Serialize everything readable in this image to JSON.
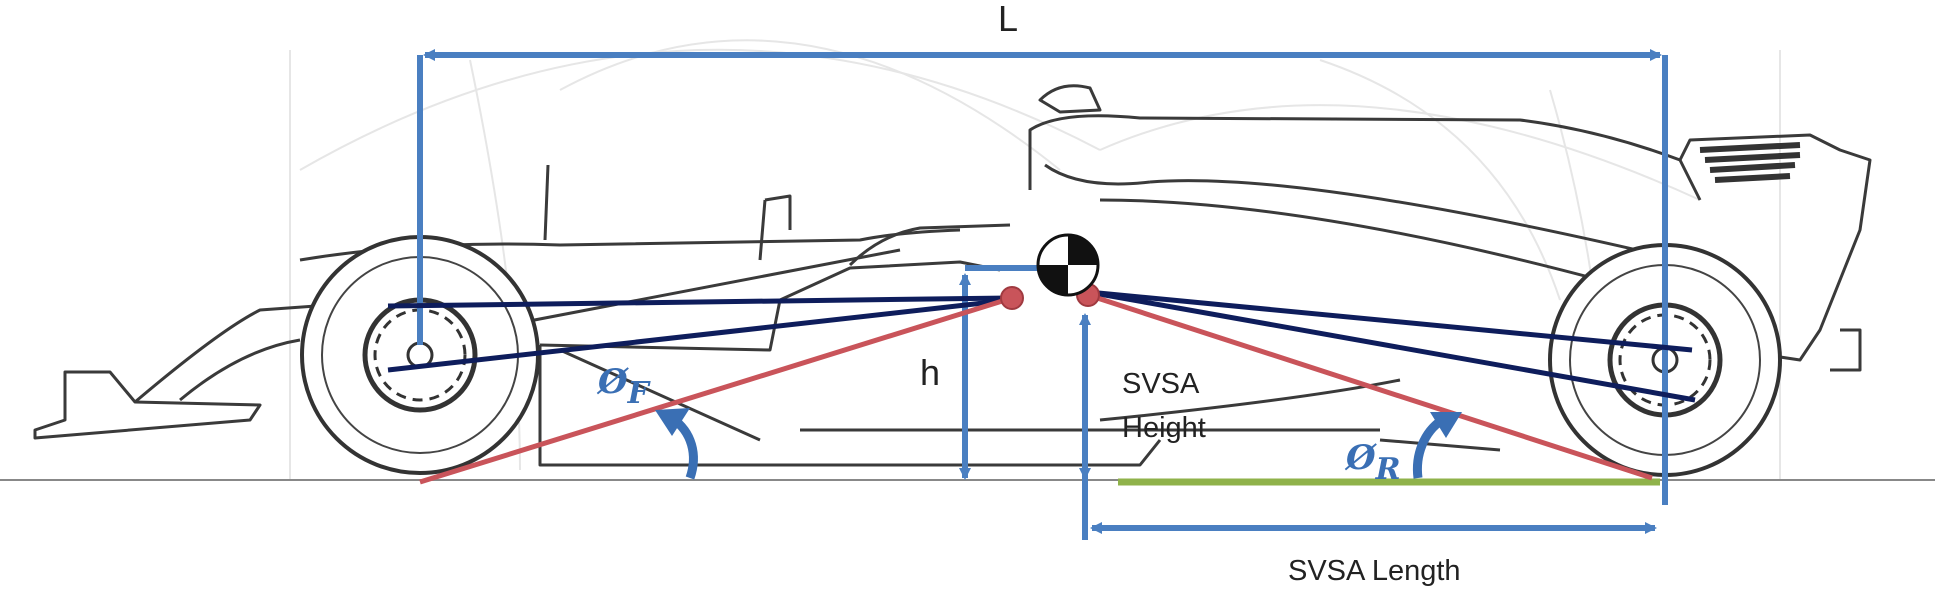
{
  "labels": {
    "wheelbase": "L",
    "cg_height": "h",
    "svsa_height_line1": "SVSA",
    "svsa_height_line2": "Height",
    "svsa_length": "SVSA Length",
    "front_angle": "ØF",
    "rear_angle": "ØR"
  },
  "colors": {
    "dimension_blue": "#4a7fc1",
    "link_navy": "#0e1d5c",
    "svsa_red": "#c9545a",
    "ground_green": "#8fb24a",
    "car_outline": "#3a3a3a",
    "angle_label": "#3a6fb4"
  },
  "icons": {
    "center_of_gravity": "cg-checker-icon",
    "instant_center_front": "red-dot-icon",
    "instant_center_rear": "red-dot-icon",
    "front_angle_arrow": "curved-arrow-icon",
    "rear_angle_arrow": "curved-arrow-icon"
  }
}
